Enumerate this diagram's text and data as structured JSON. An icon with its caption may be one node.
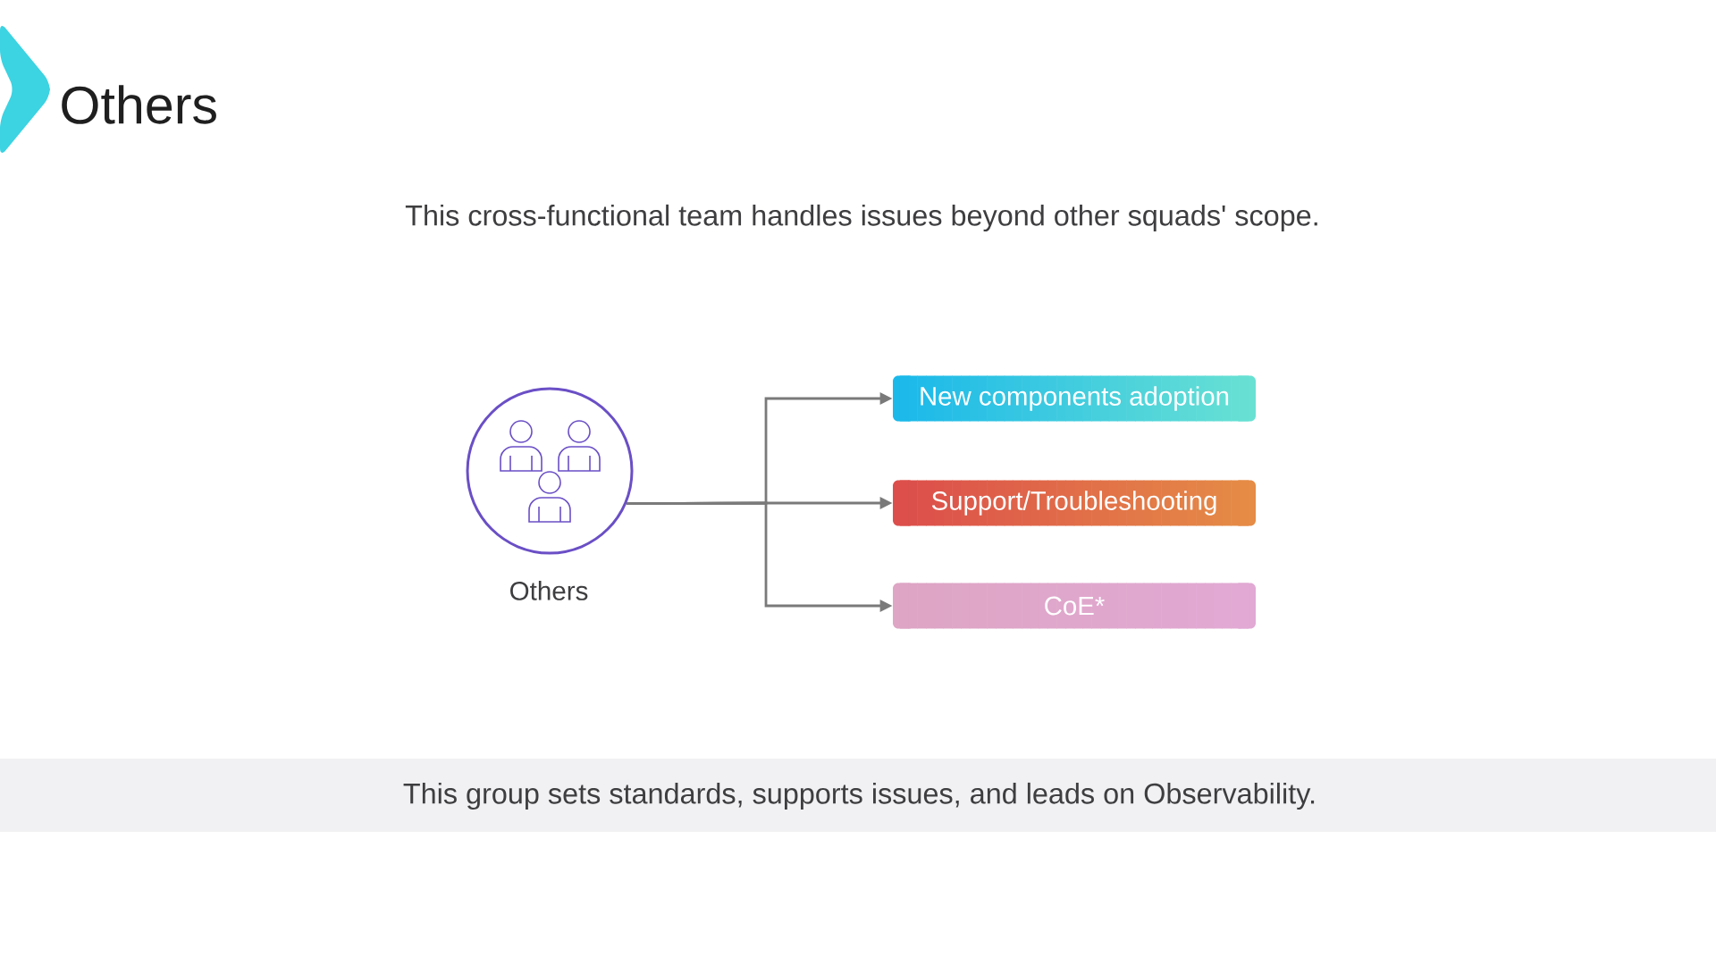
{
  "diagram": {
    "title": "Others",
    "nodes": [
      {
        "text": [],
        "shape": "circle",
        "beside": [
          "Others"
        ]
      },
      {
        "text": [
          "New components adoption"
        ]
      },
      {
        "text": [
          "Support/Troubleshooting"
        ]
      },
      {
        "text": [
          "CoE*"
        ]
      }
    ],
    "edges": [
      {
        "from": 0,
        "to": 1,
        "arrow": "to"
      },
      {
        "from": 0,
        "to": 2,
        "arrow": "to"
      },
      {
        "from": 0,
        "to": 3,
        "arrow": "to"
      }
    ],
    "labels": [
      "This cross-functional team handles issues beyond other squads' scope.",
      "This group sets standards, supports issues, and leads on Observability."
    ]
  }
}
